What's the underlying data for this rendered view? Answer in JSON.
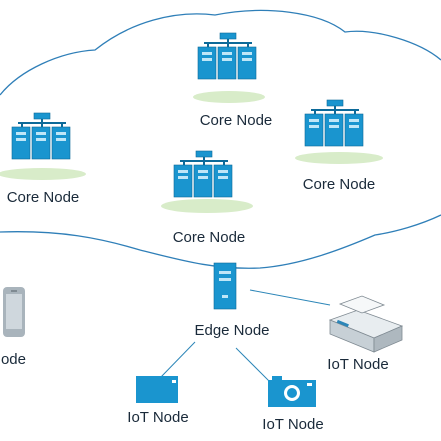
{
  "core_nodes": [
    {
      "label": "Core Node"
    },
    {
      "label": "Core Node"
    },
    {
      "label": "Core Node"
    },
    {
      "label": "Core Node"
    }
  ],
  "edge_node": {
    "label": "Edge Node"
  },
  "iot_nodes": [
    {
      "label": "IoT Node"
    },
    {
      "label": "IoT Node"
    },
    {
      "label": "IoT Node"
    },
    {
      "label": "IoT Node"
    }
  ],
  "colors": {
    "cloud": "#2f7fb8",
    "device": "#1a95cf",
    "node_shadow": "#d8ecc9",
    "text": "#1a2a3a"
  },
  "icons": {
    "core_node": "server-cluster-icon",
    "edge_node": "server-icon",
    "iot_phone": "smartphone-icon",
    "iot_printer": "printer-icon",
    "iot_display": "display-icon",
    "iot_camera": "camera-icon"
  }
}
